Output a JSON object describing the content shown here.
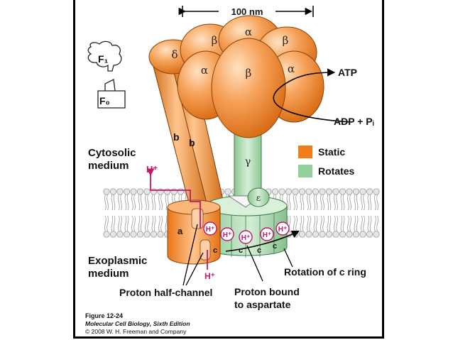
{
  "figure": {
    "scale_label": "100 nm",
    "schematic": {
      "f1": "F₁",
      "f0": "F₀"
    },
    "subunits": {
      "alpha": "α",
      "beta": "β",
      "delta": "δ",
      "gamma": "γ",
      "epsilon": "ε",
      "b": "b",
      "a": "a",
      "c": "c"
    },
    "atp": "ATP",
    "adp": "ADP + Pᵢ",
    "cytosolic": [
      "Cytosolic",
      "medium"
    ],
    "exoplasmic": [
      "Exoplasmic",
      "medium"
    ],
    "legend": [
      {
        "label": "Static",
        "color": "#f07d1a"
      },
      {
        "label": "Rotates",
        "color": "#93cf9b"
      }
    ],
    "proton": "H⁺",
    "labels": {
      "half_channel": "Proton half-channel",
      "bound": [
        "Proton bound",
        "to aspartate"
      ],
      "rotation": "Rotation of c ring"
    },
    "caption": {
      "number": "Figure 12-24",
      "book": "Molecular Cell Biology, Sixth Edition",
      "copyright": "© 2008 W. H. Freeman and Company"
    }
  }
}
